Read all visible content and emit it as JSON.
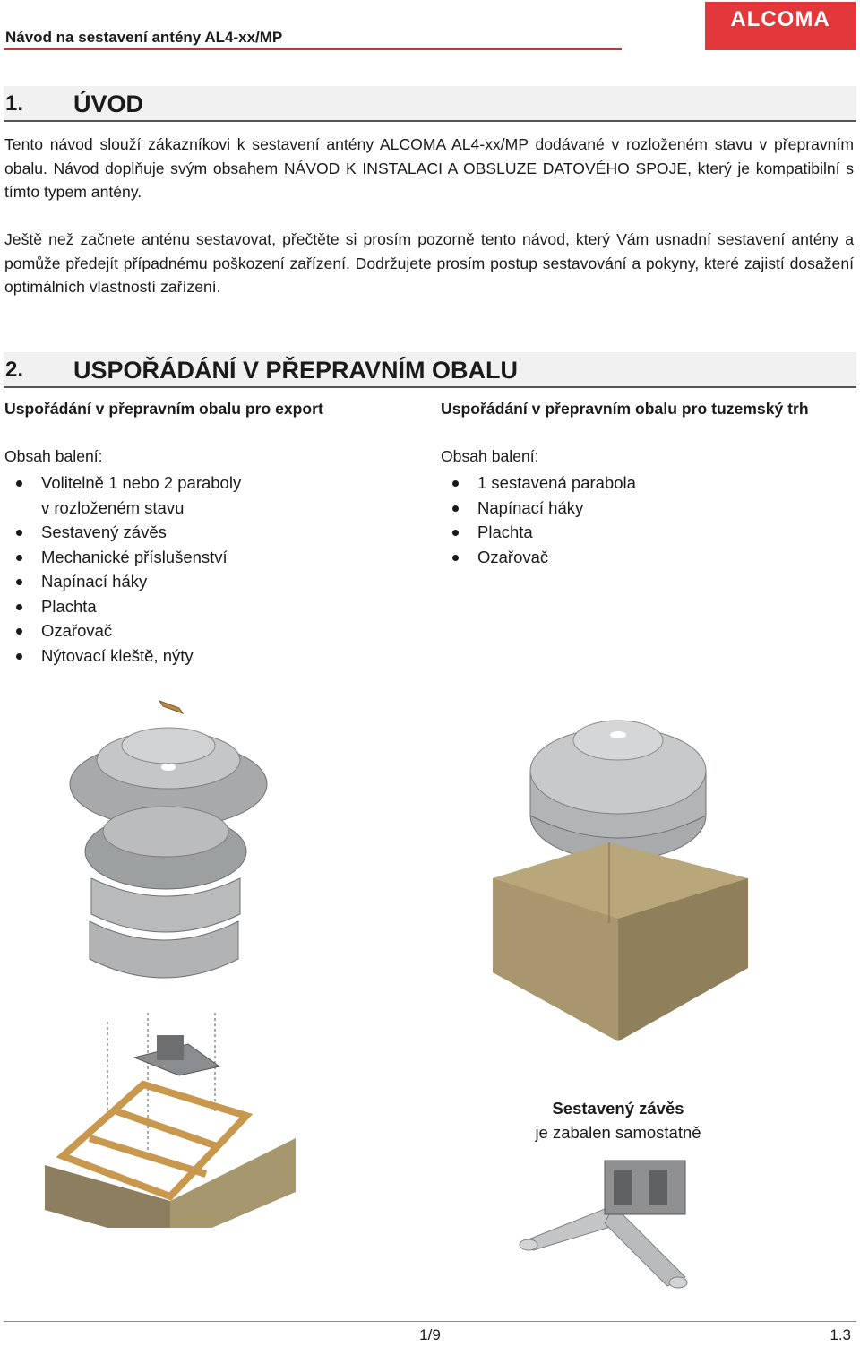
{
  "header": {
    "doc_title": "Návod na sestavení antény AL4-xx/MP",
    "logo_text": "ALCOMA"
  },
  "section1": {
    "number": "1.",
    "title": "ÚVOD",
    "paragraph1": "Tento návod slouží zákazníkovi k sestavení antény ALCOMA AL4-xx/MP dodávané v rozloženém stavu v přepravním obalu. Návod doplňuje svým obsahem NÁVOD K INSTALACI A OBSLUZE DATOVÉHO SPOJE, který je kompatibilní s tímto typem antény.",
    "paragraph2": "Ještě než začnete anténu sestavovat, přečtěte si prosím pozorně tento návod, který Vám usnadní sestavení antény a pomůže předejít případnému poškození zařízení. Dodržujete prosím postup sestavování a pokyny, které zajistí dosažení optimálních vlastností zařízení."
  },
  "section2": {
    "number": "2.",
    "title": "USPOŘÁDÁNÍ V PŘEPRAVNÍM OBALU",
    "export": {
      "heading": "Uspořádání v přepravním obalu pro export",
      "contents_label": "Obsah balení:",
      "items": [
        "Volitelně 1 nebo 2 paraboly v rozloženém stavu",
        "Sestavený závěs",
        "Mechanické příslušenství",
        "Napínací háky",
        "Plachta",
        "Ozařovač",
        "Nýtovací kleště, nýty"
      ]
    },
    "domestic": {
      "heading": "Uspořádání v přepravním obalu pro tuzemský trh",
      "contents_label": "Obsah balení:",
      "items": [
        "1 sestavená parabola",
        "Napínací háky",
        "Plachta",
        "Ozařovač"
      ]
    },
    "caption_title": "Sestavený závěs",
    "caption_text": "je zabalen samostatně"
  },
  "footer": {
    "page": "1/9",
    "version": "1.3"
  }
}
